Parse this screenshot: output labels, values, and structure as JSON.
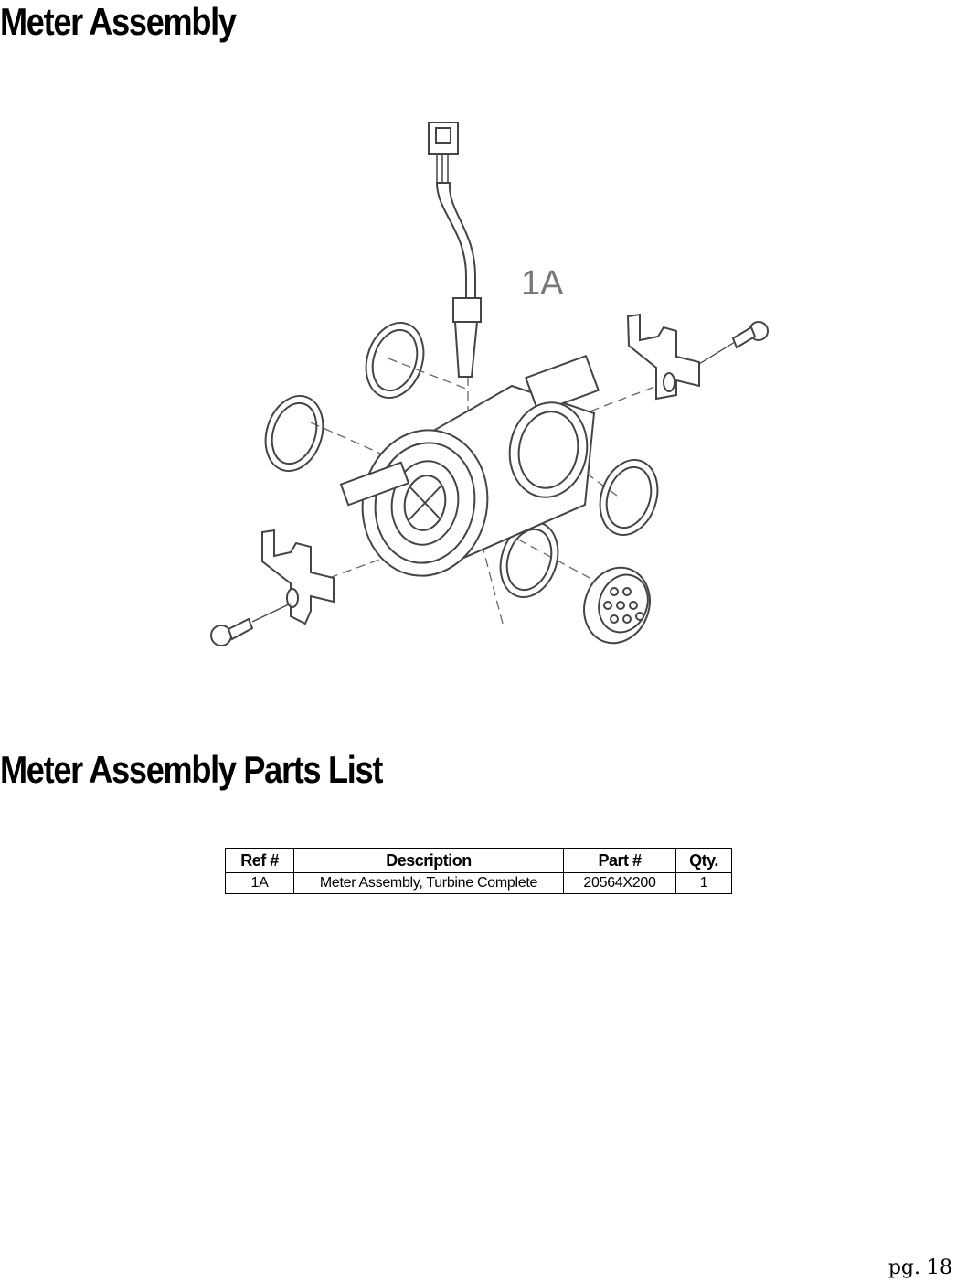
{
  "page": {
    "title": "Meter Assembly",
    "parts_title": "Meter Assembly Parts List",
    "page_number": "pg. 18"
  },
  "diagram": {
    "callout": "1A"
  },
  "table": {
    "headers": [
      "Ref #",
      "Description",
      "Part #",
      "Qty."
    ],
    "rows": [
      [
        "1A",
        "Meter Assembly, Turbine Complete",
        "20564X200",
        "1"
      ]
    ]
  }
}
